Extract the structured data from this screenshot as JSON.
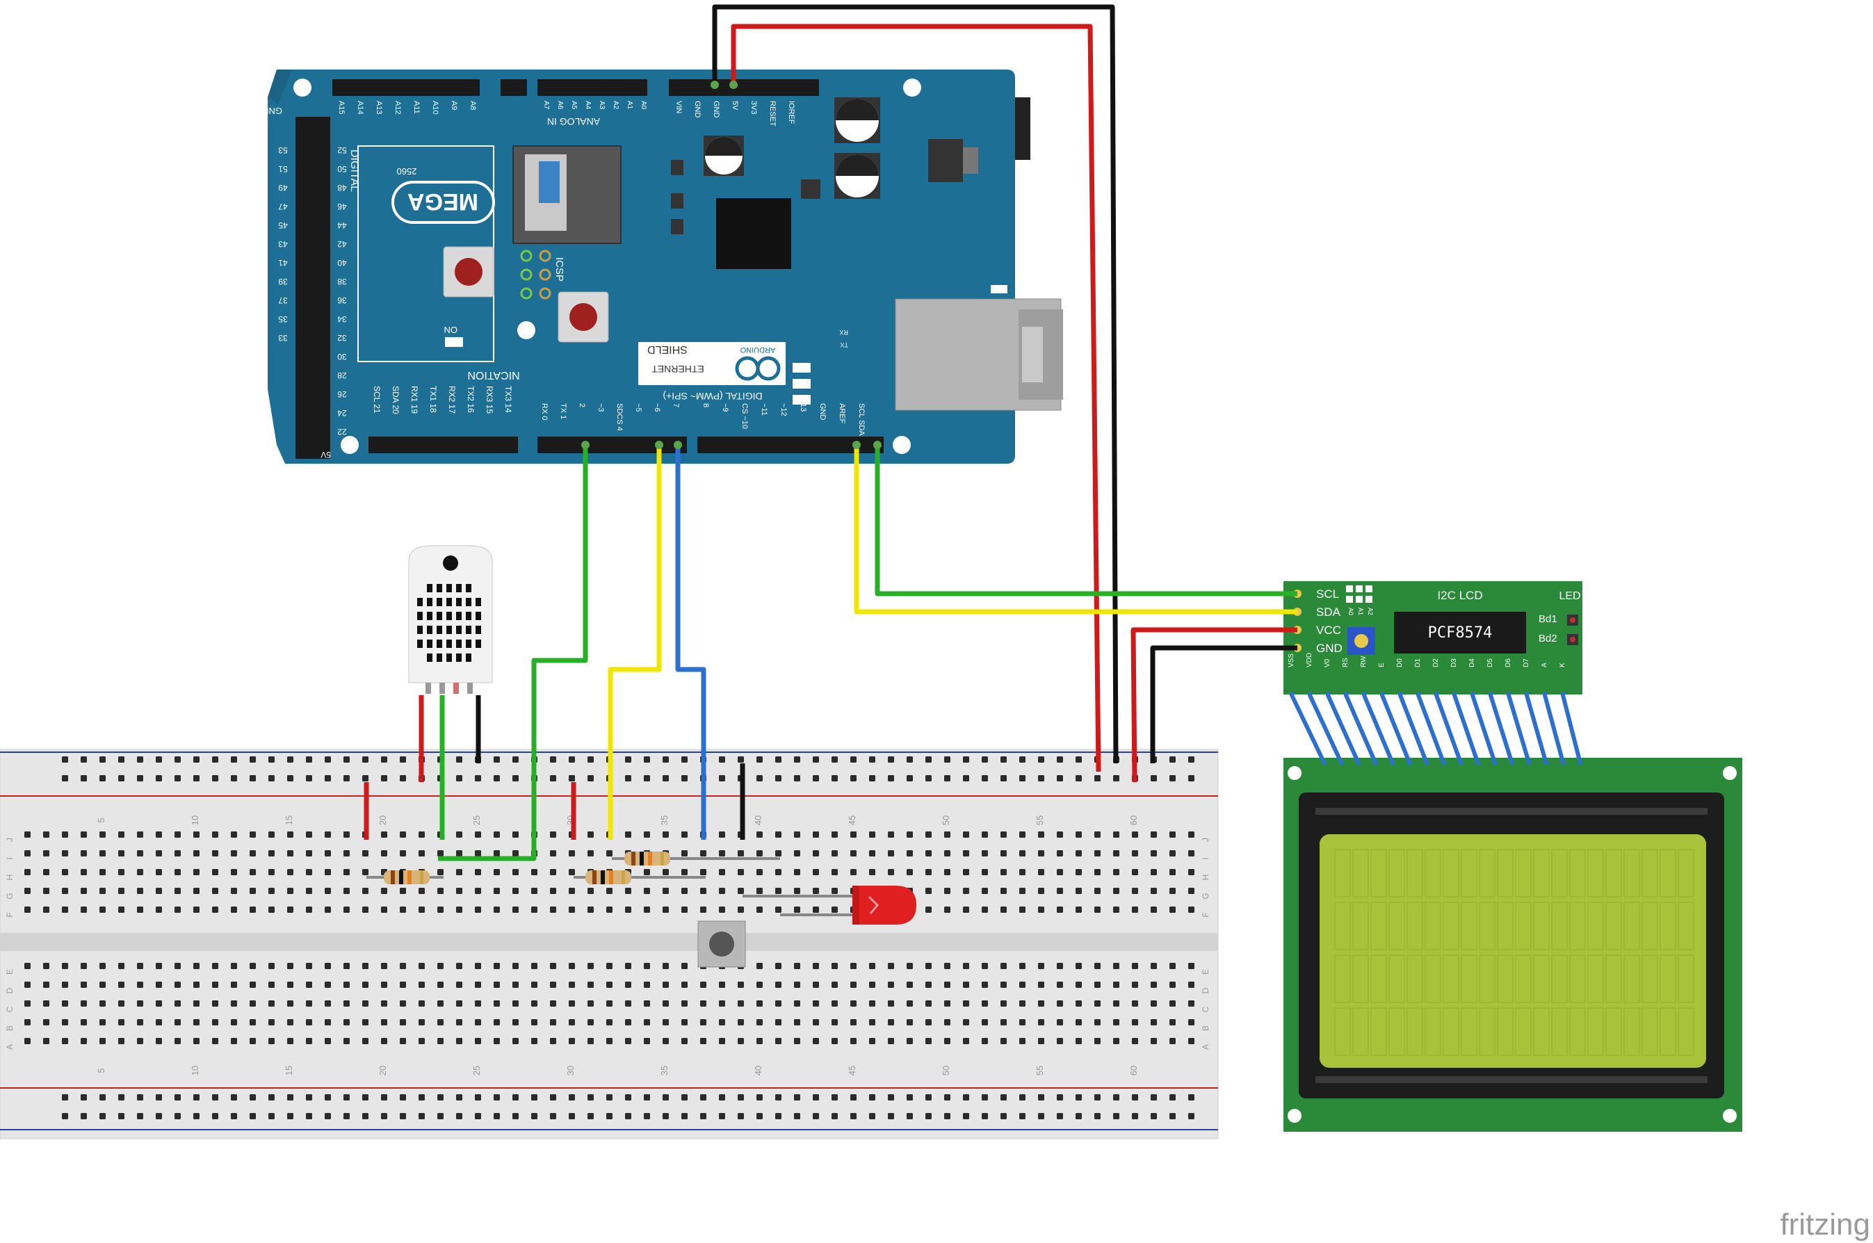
{
  "arduino": {
    "board_name": "MEGA",
    "board_model": "2560",
    "shield_brand": "ARDUINO",
    "shield_line1": "ETHERNET",
    "shield_line2": "SHIELD",
    "label_digital_left": "DIGITAL",
    "label_communication": "NICATION",
    "label_digital_pwm": "DIGITAL (PWM~ SPI+)",
    "label_analog_in": "ANALOG IN",
    "label_icsp": "ICSP",
    "label_on": "ON",
    "label_gnd_corner": "GND",
    "label_5v_corner": "5V",
    "label_rx": "RX",
    "label_tx": "TX",
    "power_header_labels": [
      "VIN",
      "GND",
      "GND",
      "5V",
      "3V3",
      "RESET",
      "IOREF"
    ],
    "analog_labels_a": [
      "A15",
      "A14",
      "A13",
      "A12",
      "A11",
      "A10",
      "A9",
      "A8"
    ],
    "analog_labels_b": [
      "A7",
      "A6",
      "A5",
      "A4",
      "A3",
      "A2",
      "A1",
      "A0"
    ],
    "bottom_labels_left": [
      "SCL 21",
      "SDA 20",
      "RX1 19",
      "TX1 18",
      "RX2 17",
      "TX2 16",
      "RX3 15",
      "TX3 14"
    ],
    "bottom_labels_mid": [
      "RX 0",
      "TX 1",
      "2",
      "~3",
      "SDCS 4",
      "~5",
      "~6",
      "7"
    ],
    "bottom_labels_right": [
      "8",
      "~9",
      "CS ~10",
      "~11",
      "~12",
      "13",
      "GND",
      "AREF",
      "SCL SDA"
    ],
    "side_pin_labels_left": [
      "53",
      "51",
      "49",
      "47",
      "45",
      "43",
      "41",
      "39",
      "37",
      "35",
      "33"
    ],
    "side_pin_labels_right": [
      "52",
      "50",
      "48",
      "46",
      "44",
      "42",
      "40",
      "38",
      "36",
      "34",
      "32",
      "30",
      "28",
      "26",
      "24",
      "22"
    ]
  },
  "i2c_module": {
    "title": "I2C LCD",
    "chip": "PCF8574",
    "led_label": "LED",
    "pin_labels": [
      "SCL",
      "SDA",
      "VCC",
      "GND"
    ],
    "addr_labels": [
      "A0",
      "A1",
      "A2"
    ],
    "jumper_labels": [
      "Bd1",
      "Bd2"
    ],
    "lcd_pin_labels": [
      "VSS",
      "VDD",
      "V0",
      "RS",
      "RW",
      "E",
      "D0",
      "D1",
      "D2",
      "D3",
      "D4",
      "D5",
      "D6",
      "D7",
      "A",
      "K"
    ]
  },
  "breadboard": {
    "column_numbers": [
      "5",
      "10",
      "15",
      "20",
      "25",
      "30",
      "35",
      "40",
      "45",
      "50",
      "55",
      "60"
    ],
    "row_letters_top": [
      "J",
      "I",
      "H",
      "G",
      "F"
    ],
    "row_letters_bottom": [
      "E",
      "D",
      "C",
      "B",
      "A"
    ]
  },
  "watermark": "fritzing",
  "colors": {
    "arduino_blue": "#1d6f96",
    "wire_red": "#d01a1a",
    "wire_black": "#111111",
    "wire_green": "#27b027",
    "wire_yellow": "#f0e600",
    "wire_blue": "#2c6fce",
    "lcd_green": "#a8c23a",
    "pcb_green": "#2a8a3a"
  }
}
